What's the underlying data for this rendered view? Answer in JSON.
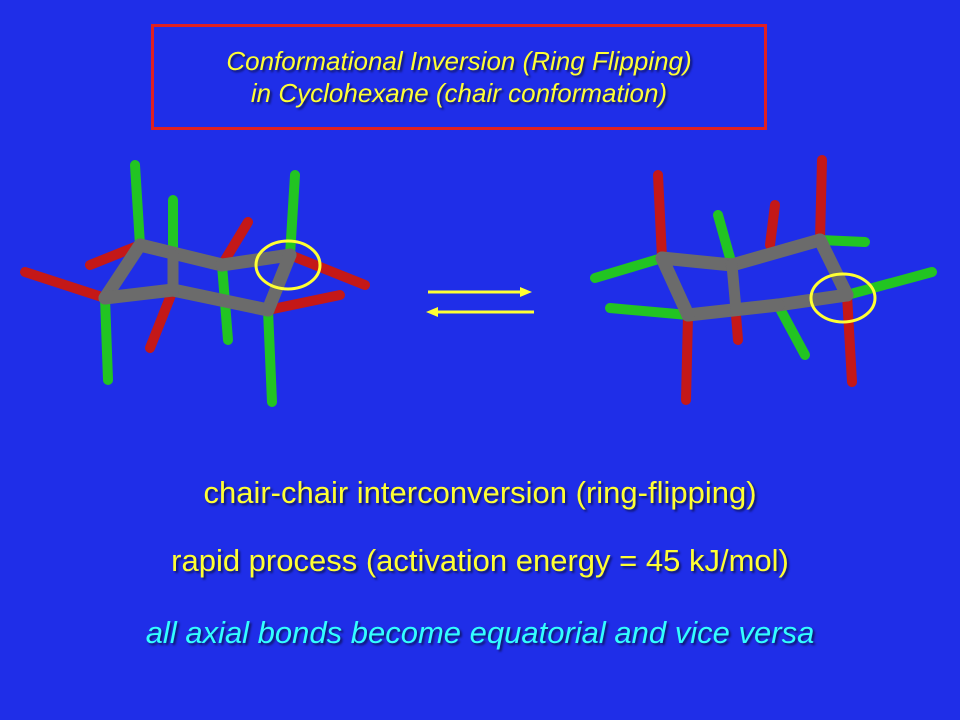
{
  "title": {
    "line1": "Conformational Inversion (Ring Flipping)",
    "line2": "in Cyclohexane (chair conformation)"
  },
  "captions": {
    "line1": "chair-chair interconversion (ring-flipping)",
    "line2": "rapid process (activation energy = 45 kJ/mol)",
    "line3": "all axial bonds become equatorial and vice versa"
  },
  "colors": {
    "background": "#1f2ee8",
    "title_text": "#ffff33",
    "title_border": "#e02020",
    "caption_text": "#ffff33",
    "emphasis_text": "#33ffff",
    "carbon_bond": "#6b6b6b",
    "hydrogen_green": "#22c422",
    "hydrogen_red": "#c41818",
    "highlight_circle": "#ffff33",
    "arrow": "#ffff33"
  },
  "icons": {
    "left_molecule": "cyclohexane-chair-icon",
    "right_molecule": "cyclohexane-chair-flipped-icon",
    "equilibrium": "equilibrium-arrows-icon"
  }
}
